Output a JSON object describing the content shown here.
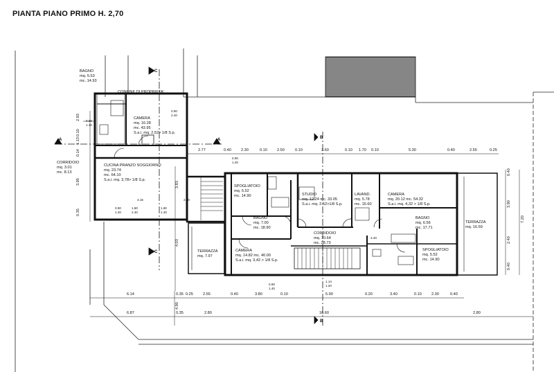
{
  "title": "PIANTA PIANO PRIMO  H. 2,70",
  "colors": {
    "ink": "#111111",
    "hatch": "#222222"
  },
  "section_labels": {
    "c_top": "C",
    "c_bottom": "C",
    "a_left": "A",
    "a_right": "A",
    "b_top": "B",
    "b_bottom": "B"
  },
  "confine": "CONFINE DI PROPRIETA'",
  "rooms": [
    {
      "name": "BAGNO",
      "l1": "mq.   5.53",
      "l2": "mc.  14.93"
    },
    {
      "name": "CAMERA",
      "l1": "mq. 16.28",
      "l2": "mc. 43.95",
      "l3": "S.a.i. mq. 2,52> 1/8 S.p."
    },
    {
      "name": "CORRIDOIO",
      "l1": "mq. 3.01",
      "l2": "mc. 8.13"
    },
    {
      "name": "CUCINA PRANZO SOGGIORNO",
      "l1": "mq. 23.74",
      "l2": "mc. 64.10",
      "l3": "S.a.i. mq. 3,78> 1/8 S.p."
    },
    {
      "name": "SPOGLIATOIO",
      "l1": "mq.  5.52",
      "l2": "mc. 14.90"
    },
    {
      "name": "BAGNO",
      "l1": "mq.  7.00",
      "l2": "mc. 18.90"
    },
    {
      "name": "STUDIO",
      "l1": "mq. 12.24    mc. 33.05",
      "l2": "S.a.i. mq. 2.52>1/8 S.p."
    },
    {
      "name": "LAVAND.",
      "l1": "mq.  5.78",
      "l2": "mc. 15.60"
    },
    {
      "name": "CAMERA",
      "l1": "mq. 20.12     mc. 54.32",
      "l2": "S.a.i. mq. 4,32 > 1/8 S.p."
    },
    {
      "name": "CORRIDOIO",
      "l1": "mq. 10.64",
      "l2": "mc. 28.73"
    },
    {
      "name": "BAGNO",
      "l1": "mq.  6.56",
      "l2": "mc. 17.71"
    },
    {
      "name": "TERRAZZA",
      "l1": "mq. 16.59"
    },
    {
      "name": "TERRAZZA",
      "l1": "mq. 7.97"
    },
    {
      "name": "CAMERA",
      "l1": "mq. 14.82     mc. 40.00",
      "l2": "S.a.i. mq. 3,42 > 1/8 S.p."
    },
    {
      "name": "SPOGLIATOIO",
      "l1": "mq.  5.52",
      "l2": "mc. 14.90"
    }
  ],
  "dims_top": [
    "2.77",
    "0.40",
    "2.30",
    "0.10",
    "2.50",
    "0.10",
    "3.60",
    "0.10",
    "1.70",
    "0.10",
    "5.30",
    "0.40",
    "2.55",
    "0.25"
  ],
  "dims_bottom1": [
    "6.14",
    "0.35",
    "0.25",
    "2.55",
    "0.40",
    "3.80",
    "0.10",
    "5.90",
    "0.20",
    "3.40",
    "0.10",
    "2.30",
    "0.40"
  ],
  "dims_bottom2": [
    "6.87",
    "0.35",
    "2.80",
    "16.60",
    "2.80"
  ],
  "dims_right": [
    "0.40",
    "3.90",
    "2.40",
    "0.40",
    "7.20"
  ],
  "dims_left_block": [
    "2.93",
    "0.10",
    "1.13",
    "0.14",
    "3.95",
    "0.35",
    "3.83",
    "4.03",
    "4.90"
  ],
  "opening_labels": [
    "0.90\n1.40",
    "0.90\n2.40",
    "1.80\n2.40",
    "0.90\n1.40",
    "1.80\n1.40",
    "0.90\n1.40",
    "1.14\n1.20",
    "0.90\n1.40",
    "3.40",
    "3.15",
    "2.40"
  ]
}
